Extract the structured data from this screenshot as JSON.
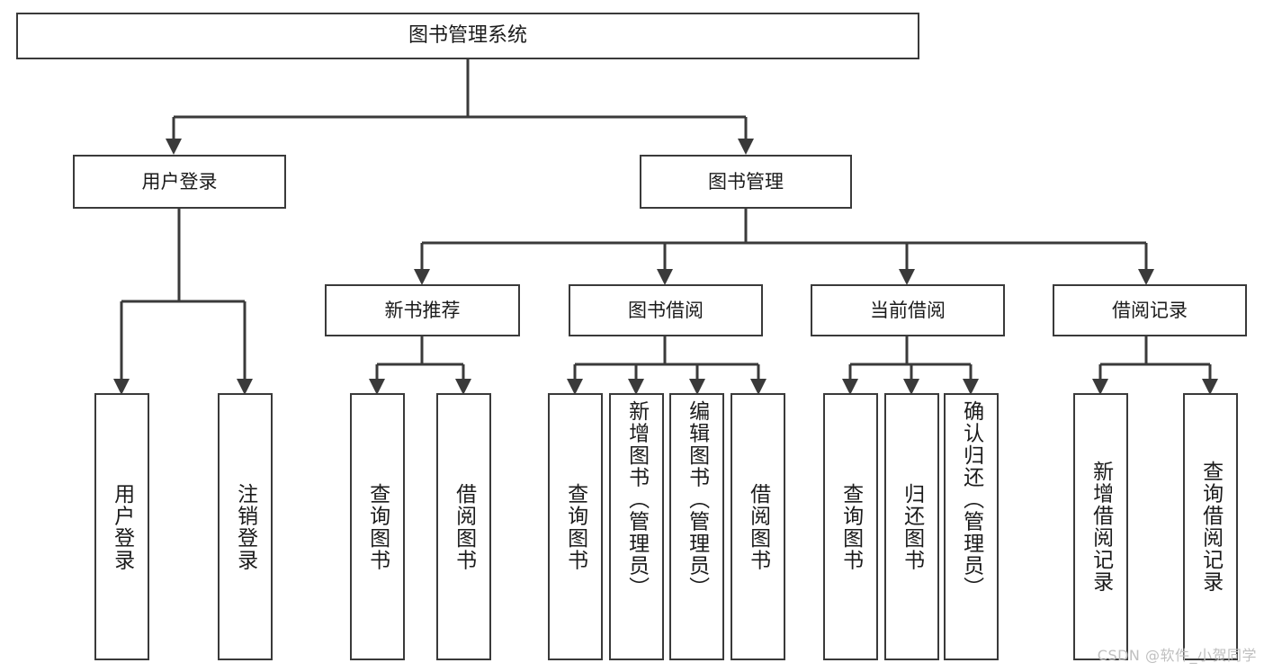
{
  "diagram": {
    "type": "tree",
    "title": "图书管理系统",
    "orientation": "top-down",
    "colors": {
      "background": "#ffffff",
      "node_border": "#3a3a3a",
      "node_fill": "#ffffff",
      "edge": "#3a3a3a",
      "text": "#1b1b1b",
      "watermark": "#bfbfbf"
    },
    "nodes": {
      "root": {
        "label": "图书管理系统"
      },
      "level1": [
        {
          "id": "user-login",
          "label": "用户登录"
        },
        {
          "id": "book-manage",
          "label": "图书管理"
        }
      ],
      "level2": [
        {
          "id": "new-book-recommend",
          "label": "新书推荐"
        },
        {
          "id": "book-borrow",
          "label": "图书借阅"
        },
        {
          "id": "current-borrow",
          "label": "当前借阅"
        },
        {
          "id": "borrow-record",
          "label": "借阅记录"
        }
      ],
      "leaves": {
        "user-login": [
          {
            "id": "leaf-user-login",
            "label": "用户登录"
          },
          {
            "id": "leaf-user-logout",
            "label": "注销登录"
          }
        ],
        "new-book-recommend": [
          {
            "id": "leaf-query-book-1",
            "label": "查询图书"
          },
          {
            "id": "leaf-borrow-book-1",
            "label": "借阅图书"
          }
        ],
        "book-borrow": [
          {
            "id": "leaf-query-book-2",
            "label": "查询图书"
          },
          {
            "id": "leaf-add-book",
            "label": "新增图书（管理员）"
          },
          {
            "id": "leaf-edit-book",
            "label": "编辑图书（管理员）"
          },
          {
            "id": "leaf-borrow-book-2",
            "label": "借阅图书"
          }
        ],
        "current-borrow": [
          {
            "id": "leaf-query-book-3",
            "label": "查询图书"
          },
          {
            "id": "leaf-return-book",
            "label": "归还图书"
          },
          {
            "id": "leaf-confirm-return",
            "label": "确认归还（管理员）"
          }
        ],
        "borrow-record": [
          {
            "id": "leaf-add-record",
            "label": "新增借阅记录"
          },
          {
            "id": "leaf-query-record",
            "label": "查询借阅记录"
          }
        ]
      }
    }
  },
  "watermark": {
    "text": "CSDN @软件_小贺同学"
  }
}
